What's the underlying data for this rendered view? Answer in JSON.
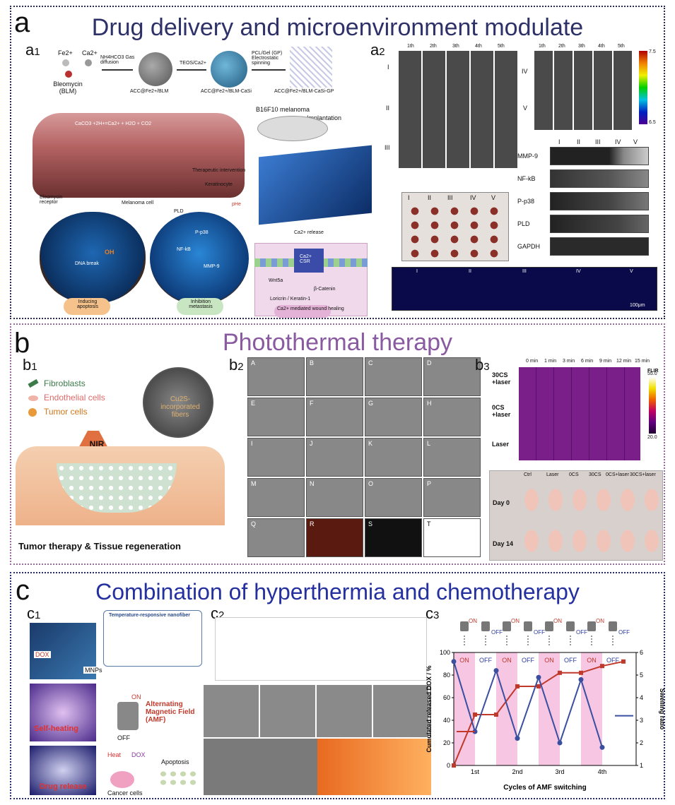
{
  "panel_a": {
    "letter": "a",
    "title": "Drug delivery and microenvironment modulate",
    "a1": {
      "label": "a",
      "num": "1",
      "species": [
        "Fe2+",
        "Ca2+",
        "Bleomycin (BLM)"
      ],
      "step1": "NH4HCO3 Gas diffusion",
      "step2": "TEOS/Ca2+",
      "step3": "PCL/Gel (GP) Electrostatic spinning",
      "p1": "ACC@Fe2+/BLM",
      "p2": "ACC@Fe2+/BLM-CaSi",
      "p3": "ACC@Fe2+/BLM-CaSi-GP",
      "melanoma": "B16F10 melanoma",
      "implantation": "Implantation",
      "equation": "CaCO3 +2H+=Ca2+ + H2O + CO2",
      "therapeutic": "Therapeutic intervention",
      "keratinocyte": "Keratinocyte",
      "ph": "pHe",
      "melanoma_cell": "Melanoma cell",
      "pld": "PLD",
      "bleo_receptor": "Bleomycin receptor",
      "dna_break": "DNA break",
      "oh": "OH",
      "apoptosis": "Inducing apoptosis",
      "metastasis": "Inhibition metastasis",
      "ca_release": "Ca2+ release",
      "ca_csr": "Ca2+ CSR",
      "wnt": "Wnt5a",
      "catenin": "β-Catenin",
      "loricrin": "Loricrin / Keratin-1",
      "healing": "Ca2+ mediated wound healing",
      "p38": "P-p38",
      "nfkb": "NF-kB",
      "mmp9": "MMP-9"
    },
    "a2": {
      "label": "a",
      "num": "2",
      "days": [
        "1th",
        "2th",
        "3th",
        "4th",
        "5th"
      ],
      "groups_left": [
        "I",
        "II",
        "III"
      ],
      "groups_right": [
        "IV",
        "V"
      ],
      "scale_max": "7.5",
      "scale_min": "6.5",
      "wb_lanes": [
        "I",
        "II",
        "III",
        "IV",
        "V"
      ],
      "wb_rows": [
        "MMP-9",
        "NF-kB",
        "P-p38",
        "PLD",
        "GAPDH"
      ],
      "tumor_groups": [
        "I",
        "II",
        "III",
        "IV",
        "V"
      ],
      "fluor_groups": [
        "I",
        "II",
        "III",
        "IV",
        "V"
      ],
      "scalebar": "100μm"
    }
  },
  "panel_b": {
    "letter": "b",
    "title": "Photothermal therapy",
    "b1": {
      "label": "b",
      "num": "1",
      "legend": [
        "Fibroblasts",
        "Endothelial cells",
        "Tumor cells"
      ],
      "fiber": "Cu2S-incorporated fibers",
      "nir": "NIR irradiation",
      "caption": "Tumor therapy & Tissue regeneration"
    },
    "b2": {
      "label": "b",
      "num": "2",
      "tiles": [
        "A",
        "B",
        "C",
        "D",
        "E",
        "F",
        "G",
        "H",
        "I",
        "J",
        "K",
        "L",
        "M",
        "N",
        "O",
        "P",
        "Q",
        "R",
        "S",
        "T"
      ]
    },
    "b3": {
      "label": "b",
      "num": "3",
      "times": [
        "0 min",
        "1 min",
        "3 min",
        "6 min",
        "9 min",
        "12 min",
        "15 min"
      ],
      "rows": [
        "30CS +laser",
        "0CS +laser",
        "Laser"
      ],
      "flir": "FLIR",
      "temp_max": "55.0",
      "temp_min": "20.0",
      "groups": [
        "Ctrl",
        "Laser",
        "0CS",
        "30CS",
        "0CS+laser",
        "30CS+laser"
      ],
      "days": [
        "Day 0",
        "Day 14"
      ]
    }
  },
  "panel_c": {
    "letter": "c",
    "title": "Combination of hyperthermia and  chemotherapy",
    "c1": {
      "label": "c",
      "num": "1",
      "nanofiber": "Temperature-responsive nanofiber",
      "dox": "DOX",
      "mnps": "MNPs",
      "on": "ON",
      "off": "OFF",
      "amf": "Alternating Magnetic Field (AMF)",
      "self_heating": "Self-heating",
      "drug_release": "Drug release",
      "heat": "Heat",
      "dox2": "DOX",
      "apoptosis": "Apoptosis",
      "cancer": "Cancer cells"
    },
    "c2": {
      "label": "c",
      "num": "2"
    },
    "c3": {
      "label": "c",
      "num": "3"
    }
  },
  "chart_data": {
    "type": "line",
    "xlabel": "Cycles of AMF switching",
    "ylabel": "Cumulated released DOX / %",
    "y2label": "Swelling ratio",
    "ylim": [
      0,
      100
    ],
    "y2lim": [
      1,
      6
    ],
    "yticks": [
      0,
      20,
      40,
      60,
      80,
      100
    ],
    "y2ticks": [
      1,
      2,
      3,
      4,
      5,
      6
    ],
    "cycles": [
      "1st",
      "2nd",
      "3rd",
      "4th"
    ],
    "state_labels": [
      "ON",
      "OFF",
      "ON",
      "OFF",
      "ON",
      "OFF",
      "ON",
      "OFF"
    ],
    "x": [
      0,
      1,
      2,
      3,
      4,
      5,
      6,
      7,
      8
    ],
    "series": [
      {
        "axis": "left",
        "color": "#c0392b",
        "values": [
          0,
          45,
          45,
          70,
          70,
          82,
          82,
          88,
          92
        ]
      },
      {
        "axis": "right",
        "color": "#3a4fa0",
        "values": [
          5.6,
          2.5,
          5.2,
          2.2,
          4.9,
          2.0,
          4.8,
          1.8,
          null
        ]
      }
    ]
  }
}
